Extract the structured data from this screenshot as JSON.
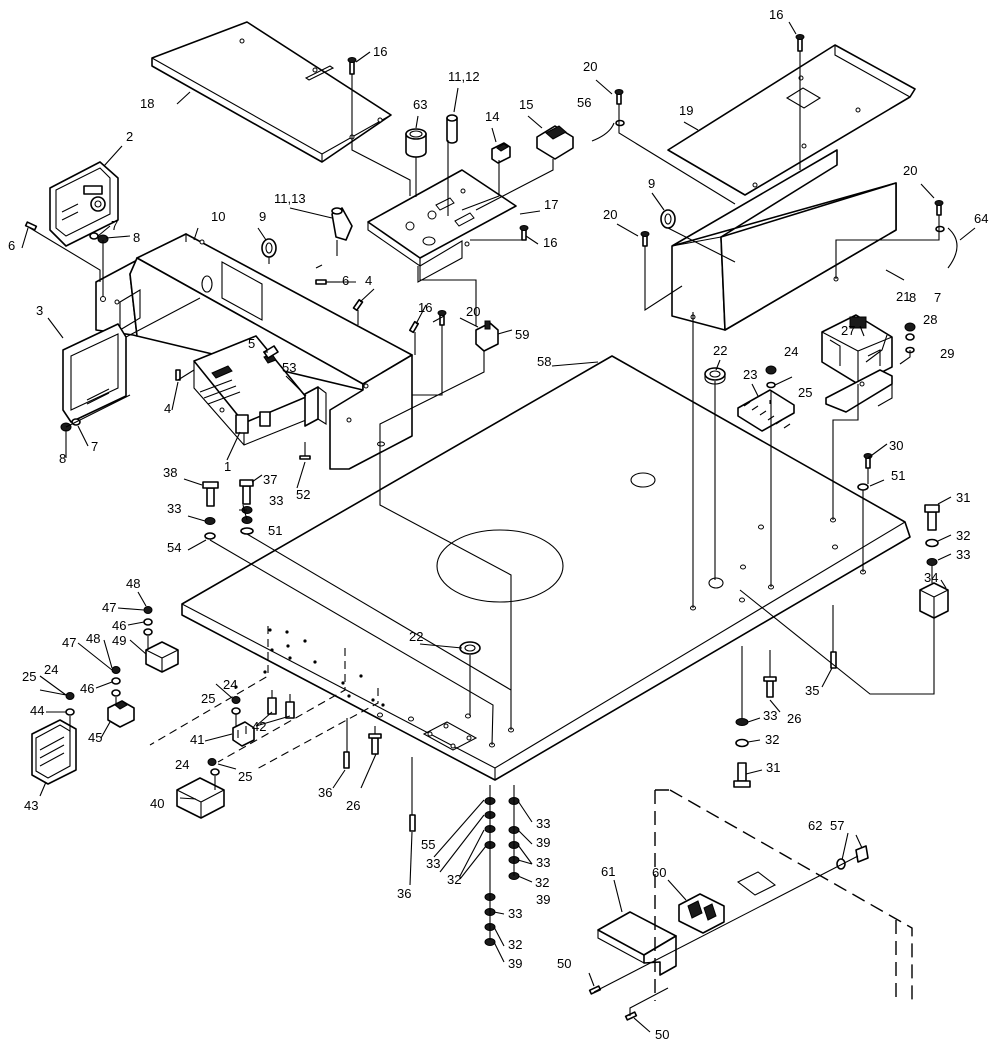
{
  "labels": [
    "1",
    "2",
    "3",
    "4",
    "4",
    "5",
    "6",
    "6",
    "7",
    "7",
    "7",
    "8",
    "8",
    "8",
    "9",
    "9",
    "10",
    "11,12",
    "11,13",
    "14",
    "15",
    "16",
    "16",
    "16",
    "16",
    "17",
    "18",
    "19",
    "20",
    "20",
    "20",
    "20",
    "21",
    "22",
    "22",
    "23",
    "24",
    "24",
    "24",
    "24",
    "25",
    "25",
    "25",
    "25",
    "26",
    "26",
    "27",
    "28",
    "29",
    "30",
    "31",
    "31",
    "32",
    "32",
    "32",
    "32",
    "32",
    "33",
    "33",
    "33",
    "33",
    "33",
    "33",
    "33",
    "33",
    "34",
    "35",
    "36",
    "36",
    "37",
    "38",
    "39",
    "39",
    "39",
    "40",
    "41",
    "42",
    "43",
    "44",
    "45",
    "46",
    "46",
    "47",
    "47",
    "48",
    "48",
    "49",
    "50",
    "50",
    "51",
    "51",
    "52",
    "53",
    "54",
    "55",
    "56",
    "57",
    "58",
    "59",
    "60",
    "61",
    "62",
    "63",
    "64"
  ]
}
